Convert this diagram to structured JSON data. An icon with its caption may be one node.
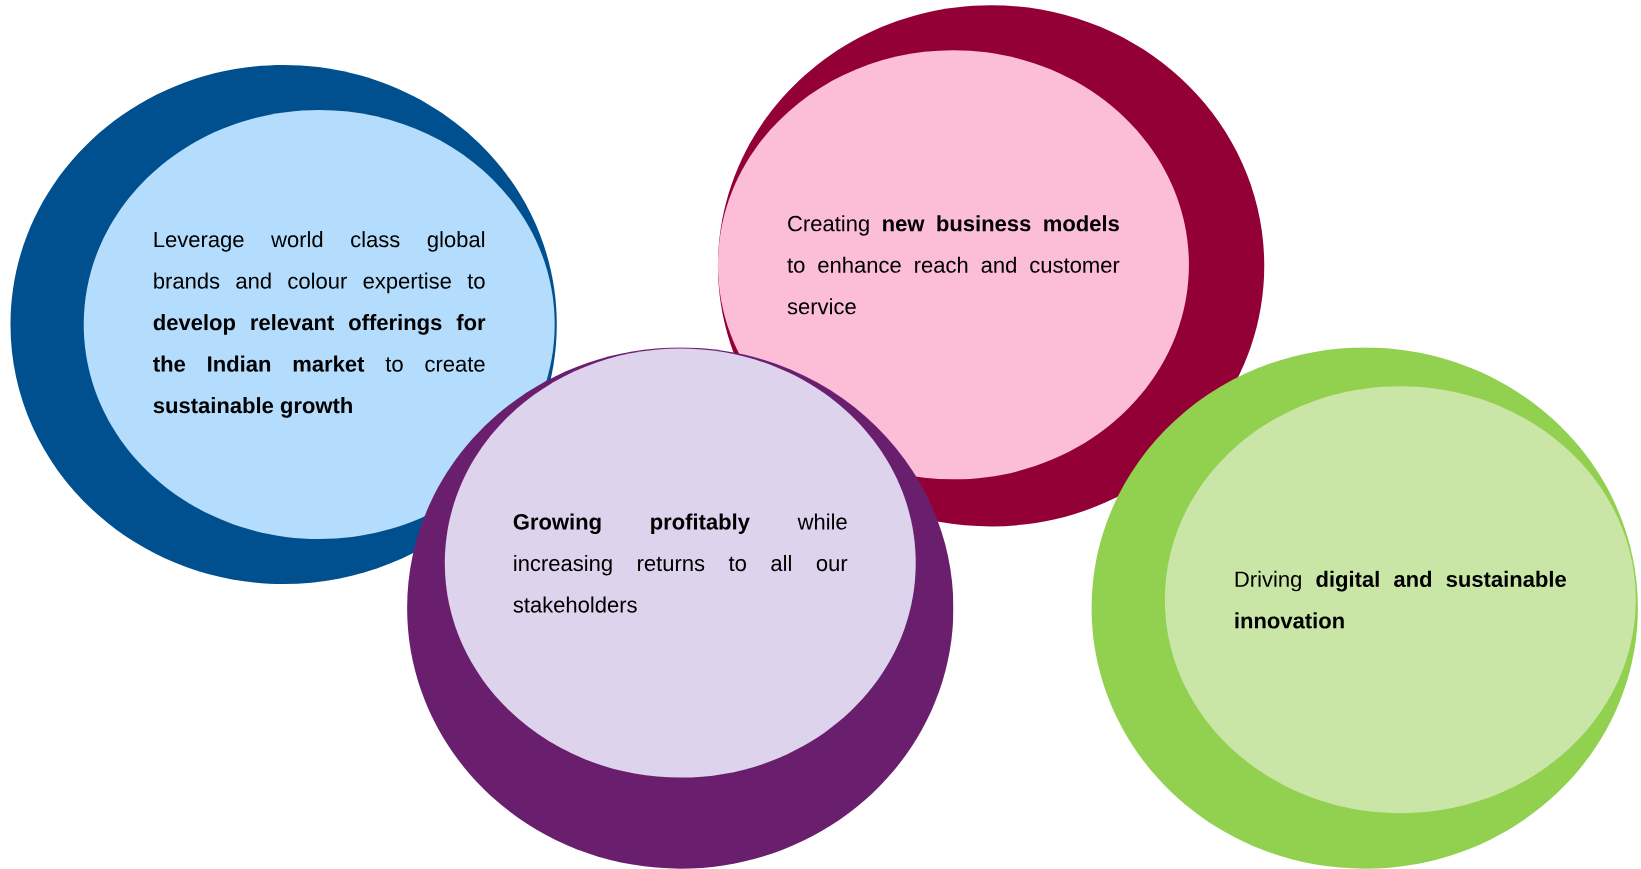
{
  "diagram": {
    "nodes": [
      {
        "text": [
          "Leverage world class global brands and colour expertise to **develop relevant offerings for the Indian market** to create **sustainable growth**"
        ]
      },
      {
        "text": [
          "Creating **new business models** to enhance reach and customer service"
        ]
      },
      {
        "text": [
          "**Growing profitably** while increasing returns to all our stakeholders"
        ]
      },
      {
        "text": [
          "Driving **digital and sustainable innovation**"
        ]
      }
    ]
  }
}
